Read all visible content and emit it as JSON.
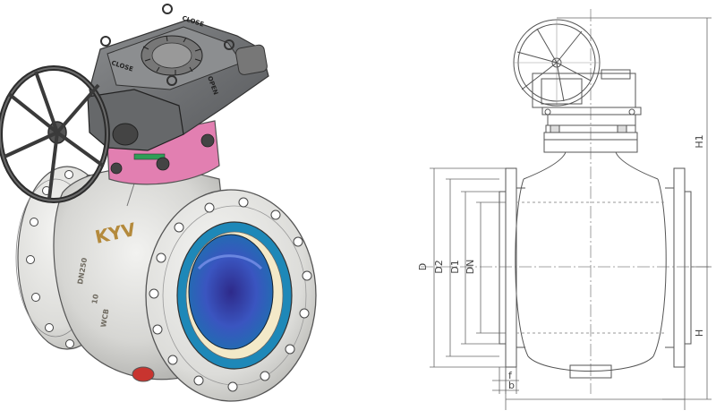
{
  "model_render": {
    "brand": "KYV",
    "size": "DN250",
    "pressure": "10",
    "material": "WCB",
    "gear_close_1": "CLOSE",
    "gear_close_2": "CLOSE",
    "gear_open": "OPEN"
  },
  "drawing": {
    "labels": {
      "D": "D",
      "D2": "D2",
      "D1": "D1",
      "DN": "DN",
      "H1": "H1",
      "H": "H",
      "f": "f",
      "b": "b"
    }
  },
  "colors": {
    "body": "#d6d6d3",
    "flange": "#e4e4e1",
    "gearbox": "#6e7072",
    "bonnet": "#e27fb1",
    "bore": "#2a5fa8",
    "line": "#555555"
  }
}
